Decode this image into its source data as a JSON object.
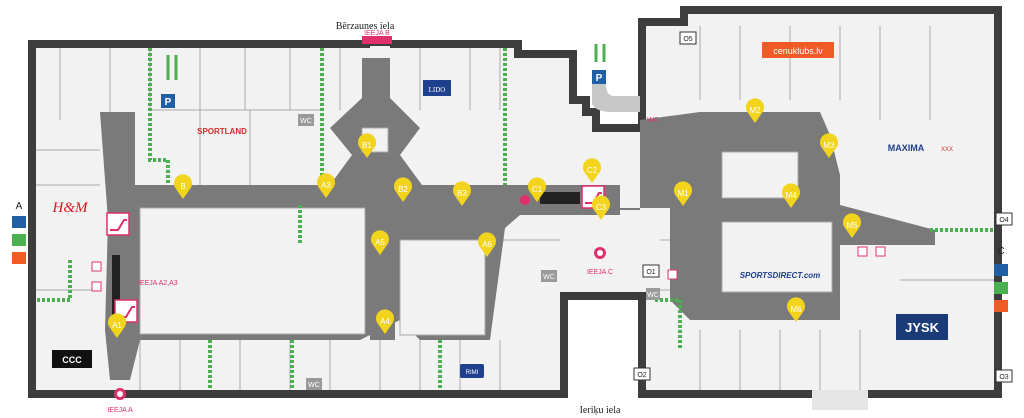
{
  "streets": {
    "north": "Bērzaunes iela",
    "south": "Ieriķu iela"
  },
  "entrances": [
    {
      "id": "ieeja-a",
      "label": "IEEJA A"
    },
    {
      "id": "ieeja-b",
      "label": "IEEJA B"
    },
    {
      "id": "ieeja-c",
      "label": "IEEJA C"
    },
    {
      "id": "ieeja-a2a3",
      "label": "IEEJA A2,A3"
    }
  ],
  "gates": [
    {
      "id": "A",
      "label": "A"
    },
    {
      "id": "C",
      "label": "C"
    }
  ],
  "markers": [
    "A1",
    "A3",
    "A4",
    "A5",
    "A6",
    "B",
    "B1",
    "B2",
    "B3",
    "C1",
    "C2",
    "C3",
    "M1",
    "M2",
    "M3",
    "M4",
    "M5",
    "M6"
  ],
  "codes": [
    "O1",
    "O2",
    "O3",
    "O4",
    "O5"
  ],
  "wc_label": "WC",
  "parking_label": "P",
  "brands": {
    "hm": "H&M",
    "sportland": "SPORTLAND",
    "lido": "LIDO",
    "cenuklubs": "cenuklubs.lv",
    "maxima": "MAXIMA",
    "maxima_suffix": "XXX",
    "sportsdirect": "SPORTSDIRECT.com",
    "jysk": "JYSK",
    "ccc": "CCC",
    "rimi": "RIMI"
  },
  "colors": {
    "wall": "#3d3d3d",
    "corridor": "#7a7a7a",
    "store": "#f2f2f2",
    "store_line": "#a9a9a9",
    "marker": "#f2d41d",
    "entrance": "#e0306a",
    "escalator": "#e0306a",
    "stairs": "#4caf50",
    "parking": "#1f5fa5",
    "cenuklubs": "#f05a24",
    "maxima": "#1f3f8f",
    "sportland": "#d92b2b",
    "jysk": "#1a3a78",
    "ccc": "#111111"
  }
}
